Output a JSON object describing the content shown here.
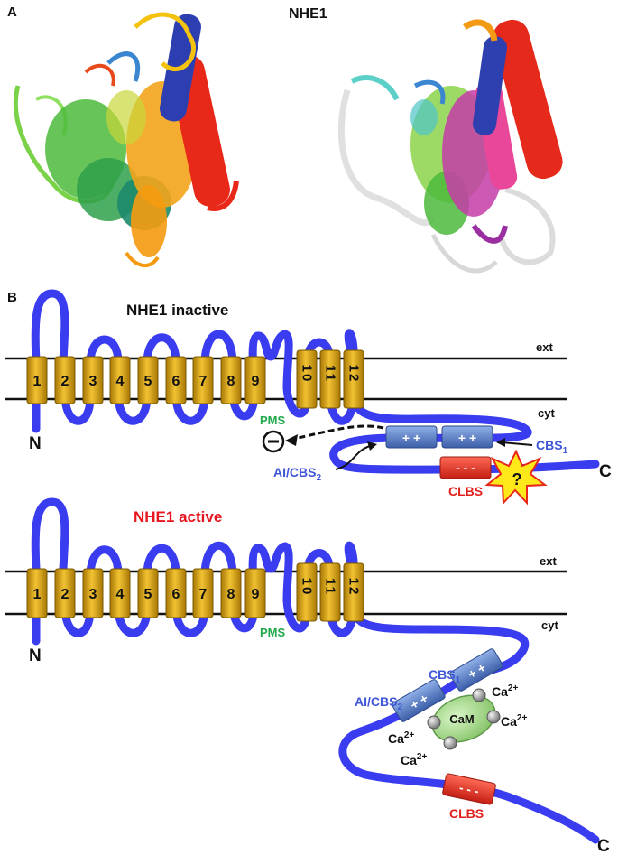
{
  "panel_a": {
    "letter": "A",
    "title": "NHE1"
  },
  "panel_b": {
    "letter": "B",
    "inactive_title": "NHE1 inactive",
    "active_title": "NHE1 active",
    "helices": [
      "1",
      "2",
      "3",
      "4",
      "5",
      "6",
      "7",
      "8",
      "9",
      "10",
      "11",
      "12"
    ],
    "membrane_labels": {
      "ext": "ext",
      "cyt": "cyt"
    },
    "n_terminus": "N",
    "c_terminus": "C",
    "pms": "PMS",
    "cbs1": "CBS",
    "cbs1_sub": "1",
    "ai_cbs2": "AI/CBS",
    "ai_cbs2_sub": "2",
    "clbs": "CLBS",
    "plus_box": "+ +",
    "minus_box": "- - -",
    "question": "?",
    "cam": "CaM",
    "ca_base": "Ca",
    "ca_sup": "2+"
  },
  "colors": {
    "chain": "#3a3cf0",
    "helix": "#d9a40e",
    "cbs_box": "#5b82c8",
    "clbs_box": "#e0362c",
    "pms_text": "#21a84a",
    "active_title": "#e8141e",
    "blue_text": "#3f56d8",
    "red_text": "#e0201c",
    "cam": "#a8dc8c"
  }
}
